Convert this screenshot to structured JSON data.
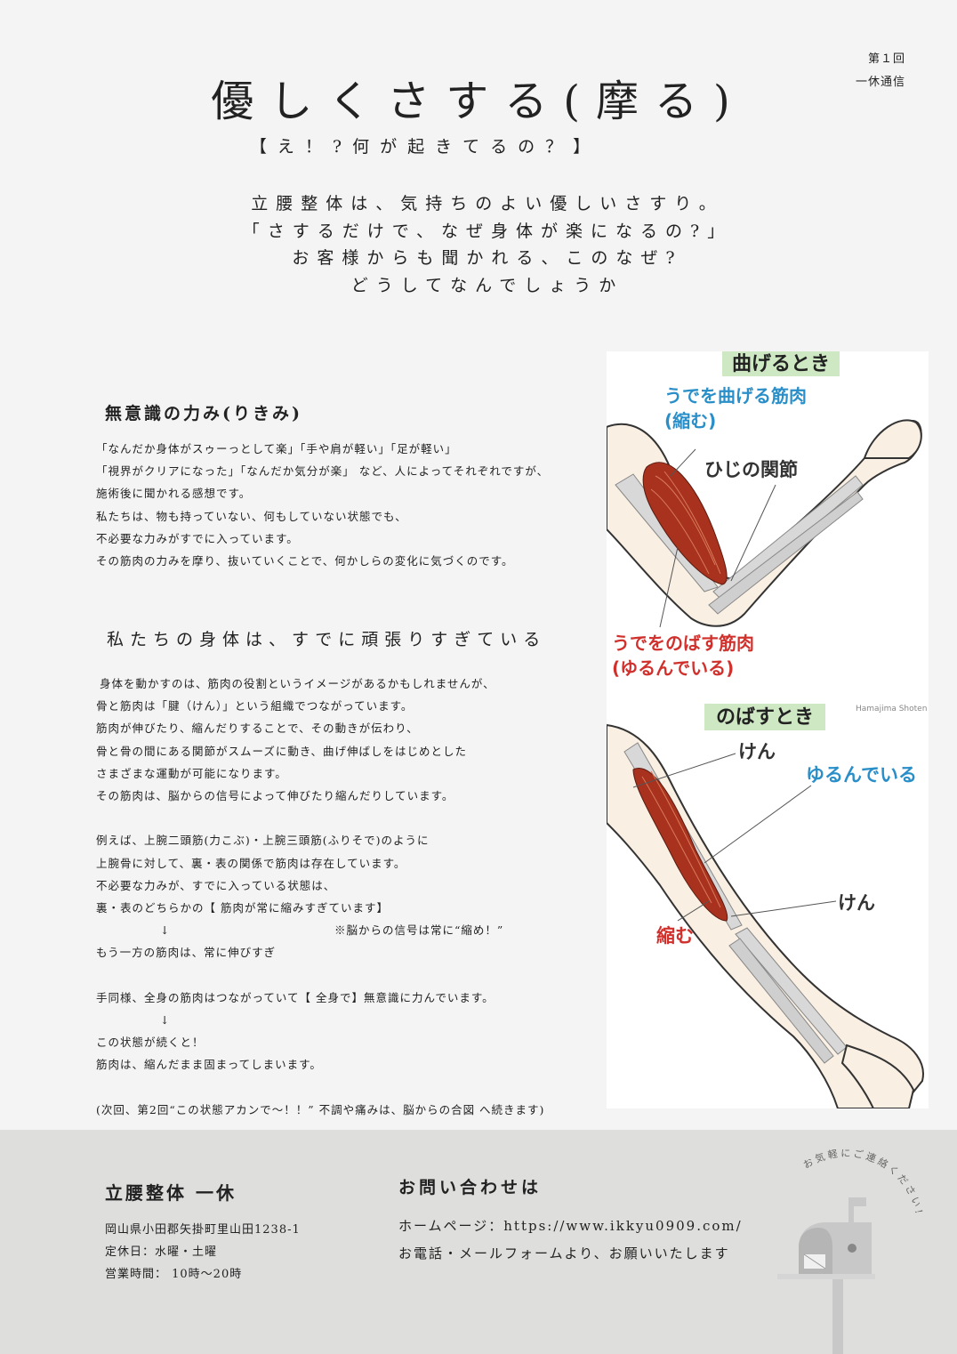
{
  "issue": {
    "number": "第１回",
    "series": "一休通信"
  },
  "title": "優しくさする(摩る)",
  "subtitle": "【え！?何が起きてるの？】",
  "intro": [
    "立腰整体は、気持ちのよい優しいさすり。",
    "「さするだけで、なぜ身体が楽になるの?」",
    "お客様からも聞かれる、このなぜ?",
    "どうしてなんでしょうか"
  ],
  "section1": {
    "heading": "無意識の力み(りきみ)",
    "lines": [
      "「なんだか身体がスゥーっとして楽」「手や肩が軽い」「足が軽い」",
      "「視界がクリアになった」「なんだか気分が楽」 など、人によってそれぞれですが、",
      "施術後に聞かれる感想です。",
      "私たちは、物も持っていない、何もしていない状態でも、",
      "不必要な力みがすでに入っています。",
      "その筋肉の力みを摩り、抜いていくことで、何かしらの変化に気づくのです。"
    ]
  },
  "section2": {
    "heading": "私たちの身体は、すでに頑張りすぎている",
    "para1": [
      "身体を動かすのは、筋肉の役割というイメージがあるかもしれませんが、",
      "骨と筋肉は「腱（けん）」という組織でつながっています。",
      "筋肉が伸びたり、縮んだりすることで、その動きが伝わり、",
      "骨と骨の間にある関節がスムーズに動き、曲げ伸ばしをはじめとした",
      "さまざまな運動が可能になります。",
      "その筋肉は、脳からの信号によって伸びたり縮んだりしています。"
    ],
    "para2": [
      "例えば、上腕二頭筋(力こぶ)・上腕三頭筋(ふりそで)のように",
      "上腕骨に対して、裏・表の関係で筋肉は存在しています。",
      "不必要な力みが、すでに入っている状態は、",
      "裏・表のどちらかの【 筋肉が常に縮みすぎています】"
    ],
    "arrow": "↓",
    "note": "※脳からの信号は常に“縮め！”",
    "para2_end": "もう一方の筋肉は、常に伸びすぎ",
    "para3": "手同様、全身の筋肉はつながっていて【 全身で】無意識に力んでいます。",
    "para4": [
      "この状態が続くと！",
      "筋肉は、縮んだまま固まってしまいます。"
    ],
    "next": "(次回、第2回“この状態アカンで～！！” 不調や痛みは、脳からの合図 へ続きます)"
  },
  "illustration": {
    "bend_title": "曲げるとき",
    "bend_muscle": "うでを曲げる筋肉",
    "bend_muscle_state": "(縮む)",
    "elbow": "ひじの関節",
    "extend_muscle": "うでをのばす筋肉",
    "extend_muscle_state": "(ゆるんでいる)",
    "credit": "Hamajima Shoten",
    "stretch_title": "のばすとき",
    "tendon": "けん",
    "relaxed": "ゆるんでいる",
    "contract": "縮む",
    "colors": {
      "blue": "#2a8fc8",
      "red": "#d0312d",
      "badge": "#cfe8c4",
      "bone": "#d8d8d8",
      "muscle": "#a8321e"
    }
  },
  "footer": {
    "name": "立腰整体 一休",
    "address": "岡山県小田郡矢掛町里山田1238-1",
    "closed": "定休日：水曜・土曜",
    "hours": "営業時間： 10時～20時",
    "contact_heading": "お問い合わせは",
    "homepage": "ホームページ：https://www.ikkyu0909.com/",
    "contact_note": "お電話・メールフォームより、お願いいたします",
    "badge": "お気軽にご連絡ください!"
  }
}
